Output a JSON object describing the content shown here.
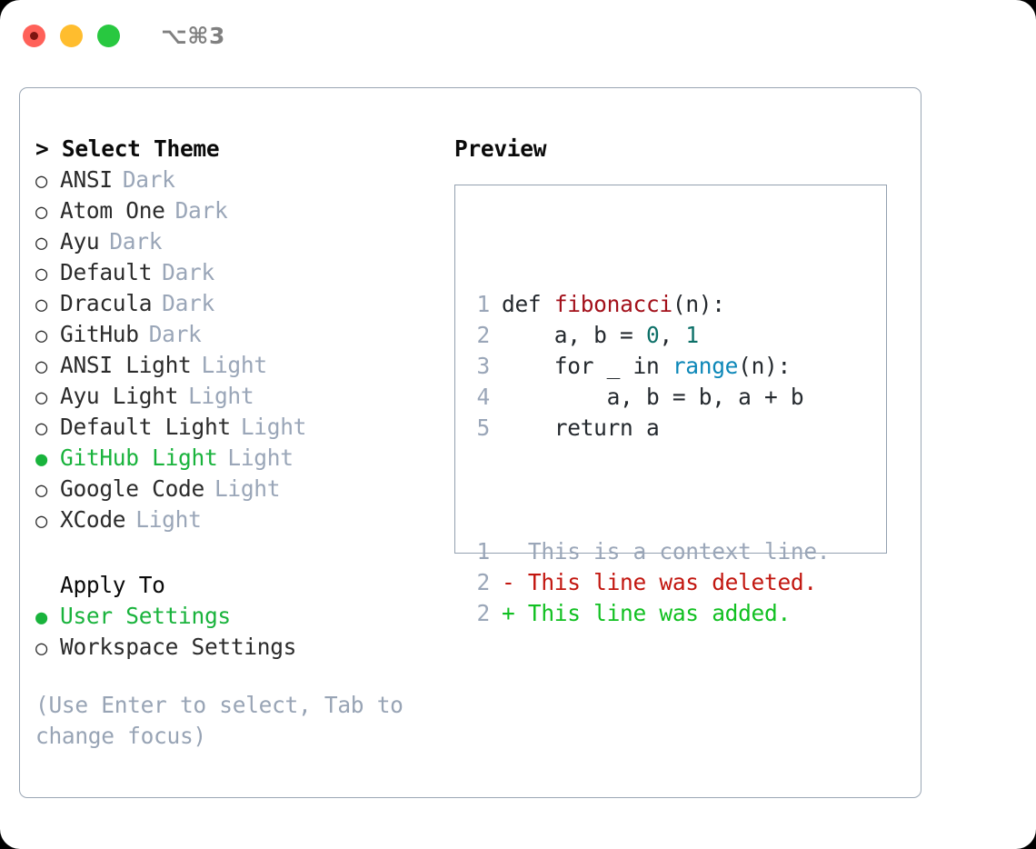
{
  "titlebar": {
    "shortcut": "⌥⌘3",
    "buttons": [
      {
        "name": "close",
        "color": "#ff6159"
      },
      {
        "name": "minimize",
        "color": "#ffbd2e"
      },
      {
        "name": "maximize",
        "color": "#28c840"
      }
    ]
  },
  "theme_picker": {
    "header": "> Select Theme",
    "marker_unselected": "○",
    "marker_selected": "●",
    "accent_color": "#19b33c",
    "muted_color": "#9aa6b8",
    "items": [
      {
        "name": "ANSI",
        "kind": "Dark",
        "selected": false
      },
      {
        "name": "Atom One",
        "kind": "Dark",
        "selected": false
      },
      {
        "name": "Ayu",
        "kind": "Dark",
        "selected": false
      },
      {
        "name": "Default",
        "kind": "Dark",
        "selected": false
      },
      {
        "name": "Dracula",
        "kind": "Dark",
        "selected": false
      },
      {
        "name": "GitHub",
        "kind": "Dark",
        "selected": false
      },
      {
        "name": "ANSI Light",
        "kind": "Light",
        "selected": false
      },
      {
        "name": "Ayu Light",
        "kind": "Light",
        "selected": false
      },
      {
        "name": "Default Light",
        "kind": "Light",
        "selected": false
      },
      {
        "name": "GitHub Light",
        "kind": "Light",
        "selected": true
      },
      {
        "name": "Google Code",
        "kind": "Light",
        "selected": false
      },
      {
        "name": "XCode",
        "kind": "Light",
        "selected": false
      }
    ]
  },
  "apply_to": {
    "header": "Apply To",
    "items": [
      {
        "name": "User Settings",
        "selected": true
      },
      {
        "name": "Workspace Settings",
        "selected": false
      }
    ]
  },
  "hint": "(Use Enter to select, Tab to change focus)",
  "preview": {
    "title": "Preview",
    "code_lines": [
      {
        "no": "1",
        "tokens": [
          {
            "t": "def ",
            "c": "plain"
          },
          {
            "t": "fibonacci",
            "c": "fn"
          },
          {
            "t": "(n):",
            "c": "plain"
          }
        ]
      },
      {
        "no": "2",
        "tokens": [
          {
            "t": "    a, b = ",
            "c": "plain"
          },
          {
            "t": "0",
            "c": "num"
          },
          {
            "t": ", ",
            "c": "plain"
          },
          {
            "t": "1",
            "c": "num"
          }
        ]
      },
      {
        "no": "3",
        "tokens": [
          {
            "t": "    for _ in ",
            "c": "plain"
          },
          {
            "t": "range",
            "c": "call"
          },
          {
            "t": "(n):",
            "c": "plain"
          }
        ]
      },
      {
        "no": "4",
        "tokens": [
          {
            "t": "        a, b = b, a + b",
            "c": "plain"
          }
        ]
      },
      {
        "no": "5",
        "tokens": [
          {
            "t": "    return a",
            "c": "plain"
          }
        ]
      }
    ],
    "diff_lines": [
      {
        "no": "1",
        "text": "  This is a context line.",
        "kind": "ctx"
      },
      {
        "no": "2",
        "text": "- This line was deleted.",
        "kind": "del"
      },
      {
        "no": "2",
        "text": "+ This line was added.",
        "kind": "add"
      }
    ],
    "colors": {
      "function": "#a3111b",
      "number": "#0d7068",
      "builtin": "#0c87b8",
      "diff_context": "#9aa6b8",
      "diff_deleted": "#c2160f",
      "diff_added": "#11c021"
    }
  }
}
